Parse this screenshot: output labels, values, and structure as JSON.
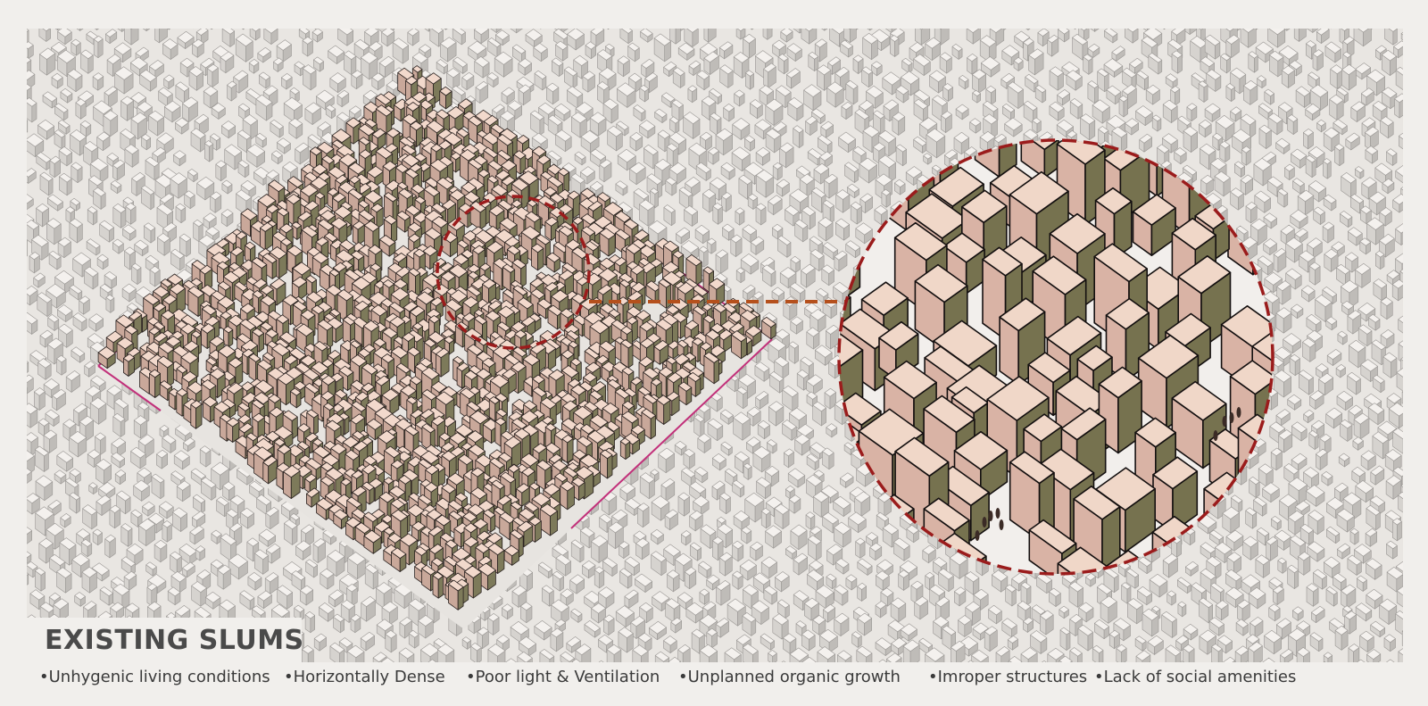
{
  "title": "EXISTING SLUMS",
  "bullets": [
    "•Unhygenic living conditions",
    "•Horizontally Dense",
    "•Poor light & Ventilation",
    "•Unplanned organic growth",
    "•Imroper structures",
    "•Lack of  social amenities"
  ],
  "colors": {
    "slum_roof": "#f2d9cc",
    "slum_side": "#c9a89a",
    "slum_dark_side": "#7d7a5a",
    "context_block": "#f4f1ee",
    "boundary": "#c2307a",
    "magnifier_circle": "#9b1c1c",
    "leader_line": "#b5501c"
  }
}
